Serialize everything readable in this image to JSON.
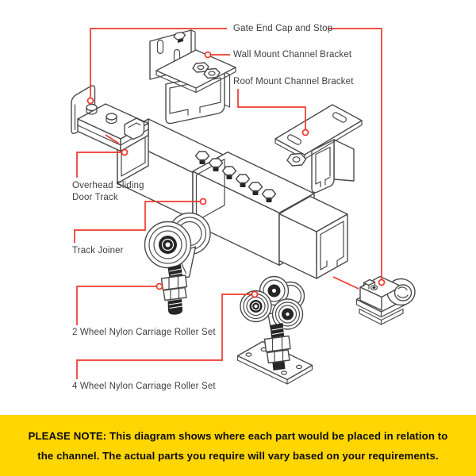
{
  "colors": {
    "accent_red": "#ee392d",
    "line_art": "#4a4a4a",
    "dark_fill": "#262626",
    "banner_yellow": "#ffd502",
    "label_text": "#3e3e3e",
    "background": "#ffffff"
  },
  "diagram": {
    "labels": {
      "gate_end_cap": "Gate End Cap and Stop",
      "wall_mount": "Wall Mount Channel Bracket",
      "roof_mount": "Roof Mount Channel Bracket",
      "overhead_track": "Overhead Sliding Door Track",
      "track_joiner": "Track Joiner",
      "two_wheel": "2 Wheel Nylon Carriage Roller Set",
      "four_wheel": "4 Wheel Nylon Carriage Roller Set"
    }
  },
  "note": {
    "line1": "PLEASE NOTE: This diagram shows where each part would be placed in relation to",
    "line2": "the channel. The actual parts you require will vary based on your requirements."
  }
}
